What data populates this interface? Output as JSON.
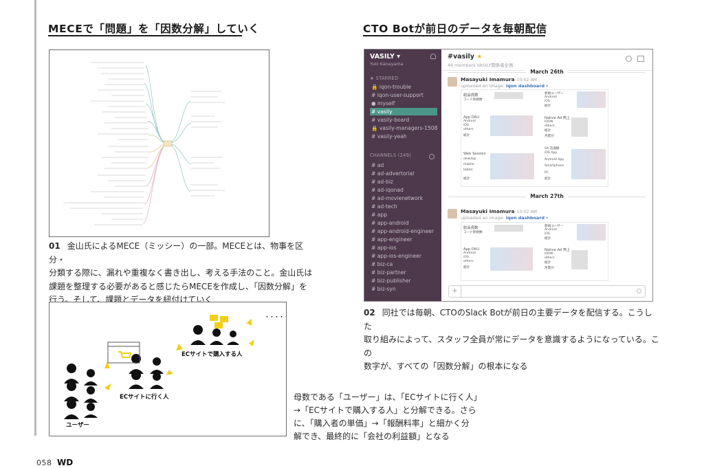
{
  "headings": {
    "left": "MECEで「問題」を「因数分解」していく",
    "right": "CTO Botが前日のデータを毎朝配信"
  },
  "captions": {
    "c01": {
      "number": "01",
      "lines": [
        "金山氏によるMECE（ミッシー）の一部。MECEとは、物事を区分・",
        "分類する際に、漏れや重複なく書き出し、考える手法のこと。金山氏は",
        "課題を整理する必要があると感じたらMECEを作成し、「因数分解」を",
        "行う。そして、課題とデータを紐付けていく"
      ]
    },
    "c02": {
      "number": "02",
      "lines": [
        "同社では毎朝、CTOのSlack Botが前日の主要データを配信する。こうした",
        "取り組みによって、スタッフ全員が常にデータを意識するようになっている。この",
        "数字が、すべての「因数分解」の根本になる"
      ]
    },
    "diagram": {
      "lines": [
        "母数である「ユーザー」は、「ECサイトに行く人」",
        "→「ECサイトで購入する人」と分解できる。さら",
        "に、「購入者の単価」→「報酬料率」と細かく分",
        "解でき、最終的に「会社の利益額」となる"
      ]
    }
  },
  "slack": {
    "workspace": "VASILY",
    "user": "Yuki Kanayama",
    "starred_label": "STARRED",
    "starred": [
      "iqon-trouble",
      "iqon-user-support",
      "myself",
      "vasily",
      "vasily-board",
      "vasily-managers-1508",
      "vasily-yeah"
    ],
    "channels_label": "CHANNELS (249)",
    "channels": [
      "ad",
      "ad-advertorial",
      "ad-biz",
      "ad-iqonad",
      "ad-movienetwork",
      "ad-tech",
      "app",
      "app-android",
      "app-android-engineer",
      "app-engineer",
      "app-ios",
      "app-ios-engineer",
      "biz-ca",
      "biz-partner",
      "biz-publisher",
      "biz-syn"
    ],
    "channel_title": "#vasily",
    "channel_meta": "46 members   VASILY関係者全員",
    "composer_plus": "+",
    "messages": [
      {
        "date": "March 26th",
        "author": "Masayuki Imamura",
        "time": "10:02 AM",
        "uploaded": "uploaded an image:",
        "link": "iqon dashboard",
        "labels": {
          "total": "総会員数",
          "code": "コード新規数",
          "new_users": "新規ユーザー",
          "android": "Android",
          "ios": "iOS",
          "total_sum": "総計",
          "app_dau": "App DAU",
          "android2": "Android",
          "ios2": "iOS",
          "others": "others",
          "sum2": "総計",
          "native_ad": "Native Ad 売上",
          "iqon": "IQON",
          "others2": "others",
          "sum3": "総計",
          "monthly": "月累計",
          "web_session": "Web Session",
          "desktop": "desktop",
          "mobile": "mobile",
          "tablet": "tablet",
          "sum4": "総計",
          "sa": "SA 流通額",
          "ios_app": "iOS App",
          "android_app": "Android App",
          "smartphone": "Smartphone",
          "pc": "PC",
          "sum5": "総計"
        }
      },
      {
        "date": "March 27th",
        "author": "Masayuki Imamura",
        "time": "10:02 AM",
        "uploaded": "uploaded an image:",
        "link": "iqon dashboard",
        "labels": {
          "total": "総会員数",
          "code": "コード新規数",
          "new_users": "新規ユーザー",
          "android": "Android",
          "ios": "iOS",
          "total_sum": "総計",
          "app_dau": "App DAU",
          "android2": "Android",
          "ios2": "iOS",
          "others": "others",
          "sum2": "総計",
          "native_ad": "Native Ad 売上",
          "iqon": "IQON",
          "others2": "others",
          "sum3": "総計",
          "monthly": "月累計"
        }
      }
    ]
  },
  "diagram_labels": {
    "users": "ユーザー",
    "ec_visit": "ECサイトに行く人",
    "ec_buy": "ECサイトで購入する人",
    "ellipsis": "・・・・・"
  },
  "footer": {
    "page": "058",
    "magazine": "WD"
  }
}
